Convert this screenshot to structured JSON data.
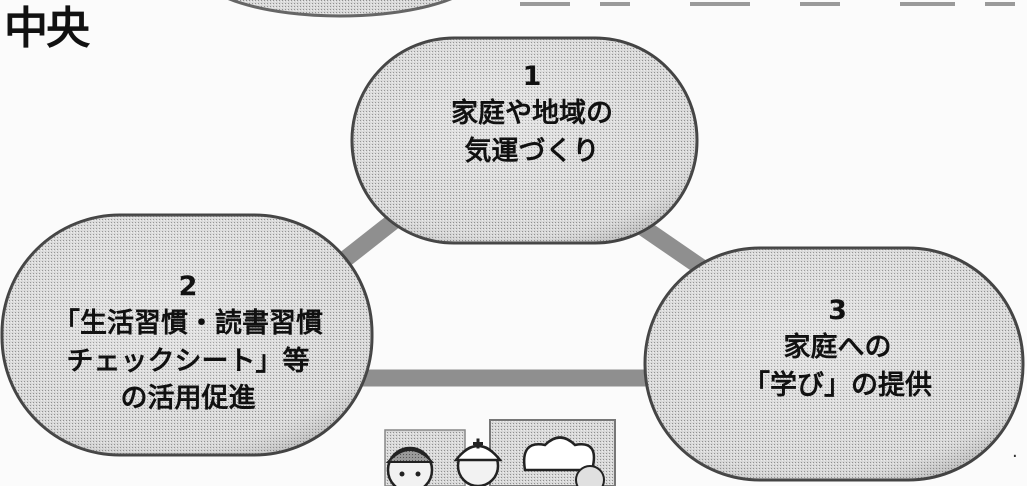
{
  "header": {
    "corner_fragment": "中央"
  },
  "nodes": [
    {
      "number": "1",
      "lines": [
        "家庭や地域の",
        "気運づくり"
      ]
    },
    {
      "number": "2",
      "lines": [
        "「生活習慣・読書習慣",
        "チェックシート」等",
        "の活用促進"
      ]
    },
    {
      "number": "3",
      "lines": [
        "家庭への",
        "「学び」の提供"
      ]
    }
  ],
  "colors": {
    "node_fill": "#d2d2d2",
    "node_outline": "#444444",
    "connector": "#8f8f8f",
    "text": "#111111",
    "background": "#fbfbfb"
  },
  "icons": [
    "people-illustration-icon"
  ]
}
